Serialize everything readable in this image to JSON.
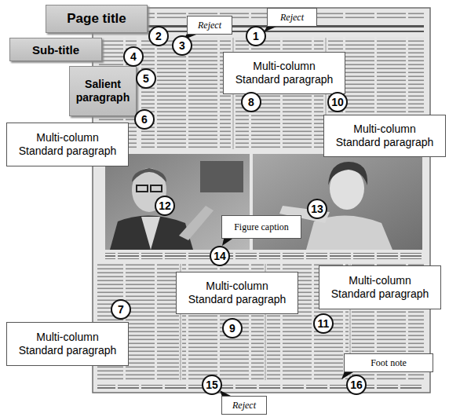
{
  "diagram": {
    "nodes": [
      {
        "text": [
          "Page title"
        ]
      },
      {
        "text": [
          "Reject"
        ]
      },
      {
        "text": [
          "Reject"
        ]
      },
      {
        "text": [
          "Sub-title"
        ]
      },
      {
        "text": [
          "Multi-column Standard paragraph"
        ]
      },
      {
        "text": [
          "Salient paragraph"
        ]
      },
      {
        "text": [
          "Multi-column Standard paragraph"
        ]
      },
      {
        "text": [
          "Multi-column Standard paragraph"
        ]
      },
      {
        "text": [
          "Figure caption"
        ]
      },
      {
        "text": [
          "Multi-column Standard paragraph"
        ]
      },
      {
        "text": [
          "Multi-column Standard paragraph"
        ]
      },
      {
        "text": [
          "Multi-column Standard paragraph"
        ]
      },
      {
        "text": [
          "Foot note"
        ]
      },
      {
        "text": [
          "Reject"
        ]
      },
      {
        "text": [
          "1"
        ]
      },
      {
        "text": [
          "2"
        ]
      },
      {
        "text": [
          "3"
        ]
      },
      {
        "text": [
          "4"
        ]
      },
      {
        "text": [
          "5"
        ]
      },
      {
        "text": [
          "6"
        ]
      },
      {
        "text": [
          "7"
        ]
      },
      {
        "text": [
          "8"
        ]
      },
      {
        "text": [
          "9"
        ]
      },
      {
        "text": [
          "10"
        ]
      },
      {
        "text": [
          "11"
        ]
      },
      {
        "text": [
          "12"
        ]
      },
      {
        "text": [
          "13"
        ]
      },
      {
        "text": [
          "14"
        ]
      },
      {
        "text": [
          "15"
        ]
      },
      {
        "text": [
          "16"
        ]
      }
    ]
  }
}
